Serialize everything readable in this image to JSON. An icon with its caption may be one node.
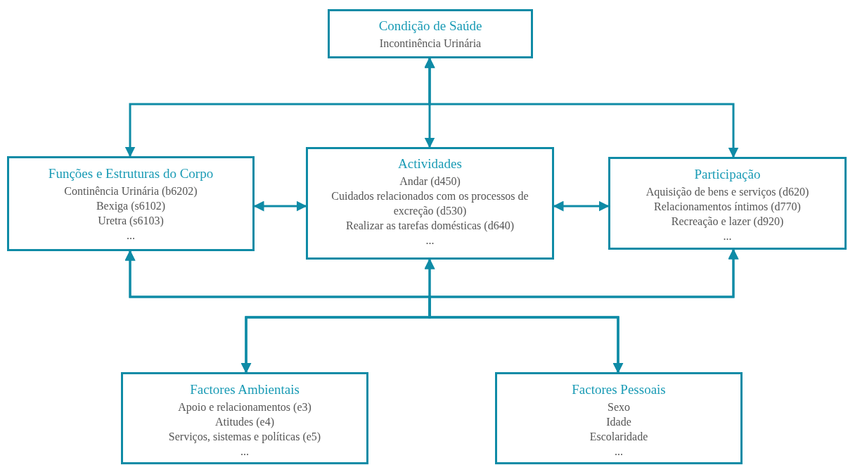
{
  "diagram": {
    "nodes": [
      {
        "text": [
          "Condição de Saúde",
          "Incontinência Urinária"
        ]
      },
      {
        "text": [
          "Funções e Estruturas do Corpo",
          "Continência Urinária (b6202)",
          "Bexiga (s6102)",
          "Uretra (s6103)",
          "..."
        ]
      },
      {
        "text": [
          "Actividades",
          "Andar (d450)",
          "Cuidados relacionados com os processos de excreção (d530)",
          "Realizar as tarefas domésticas (d640)",
          "..."
        ]
      },
      {
        "text": [
          "Participação",
          "Aquisição de bens e serviços (d620)",
          "Relacionamentos íntimos (d770)",
          "Recreação e lazer (d920)",
          "..."
        ]
      },
      {
        "text": [
          "Factores Ambientais",
          "Apoio e relacionamentos (e3)",
          "Atitudes (e4)",
          "Serviços, sistemas e políticas (e5)",
          "..."
        ]
      },
      {
        "text": [
          "Factores Pessoais",
          "Sexo",
          "Idade",
          "Escolaridade",
          "..."
        ]
      }
    ],
    "edges": [
      {
        "from": 0,
        "to": 2,
        "arrow": "both"
      },
      {
        "from": 0,
        "to": 1,
        "arrow": "both"
      },
      {
        "from": 0,
        "to": 3,
        "arrow": "both"
      },
      {
        "from": 1,
        "to": 2,
        "arrow": "both"
      },
      {
        "from": 2,
        "to": 3,
        "arrow": "both"
      },
      {
        "from": 4,
        "to": 1,
        "arrow": "both"
      },
      {
        "from": 4,
        "to": 2,
        "arrow": "both"
      },
      {
        "from": 4,
        "to": 3,
        "arrow": "both"
      },
      {
        "from": 5,
        "to": 1,
        "arrow": "both"
      },
      {
        "from": 5,
        "to": 2,
        "arrow": "both"
      },
      {
        "from": 5,
        "to": 3,
        "arrow": "both"
      }
    ]
  }
}
